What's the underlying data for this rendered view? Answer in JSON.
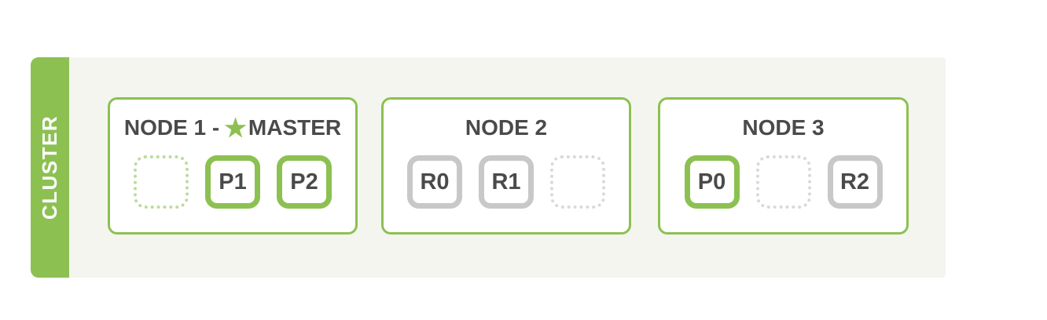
{
  "colors": {
    "green": "#8cc152",
    "green_dash": "#bcdb9c",
    "gray_border": "#c8c8c8",
    "gray_dash": "#d9d9d9",
    "text_dark": "#4a4a4a",
    "panel_bg": "#f4f5ef",
    "white": "#ffffff"
  },
  "icons": {
    "master_star": "★"
  },
  "cluster": {
    "tab_label": "CLUSTER",
    "nodes": [
      {
        "title": "NODE 1 -",
        "is_master": true,
        "master_label": "MASTER",
        "shards": [
          {
            "label": "",
            "type": "unassigned-primary"
          },
          {
            "label": "P1",
            "type": "primary"
          },
          {
            "label": "P2",
            "type": "primary"
          }
        ]
      },
      {
        "title": "NODE 2",
        "is_master": false,
        "master_label": "",
        "shards": [
          {
            "label": "R0",
            "type": "replica"
          },
          {
            "label": "R1",
            "type": "replica"
          },
          {
            "label": "",
            "type": "unassigned-replica"
          }
        ]
      },
      {
        "title": "NODE 3",
        "is_master": false,
        "master_label": "",
        "shards": [
          {
            "label": "P0",
            "type": "primary"
          },
          {
            "label": "",
            "type": "unassigned-replica"
          },
          {
            "label": "R2",
            "type": "replica"
          }
        ]
      }
    ]
  }
}
